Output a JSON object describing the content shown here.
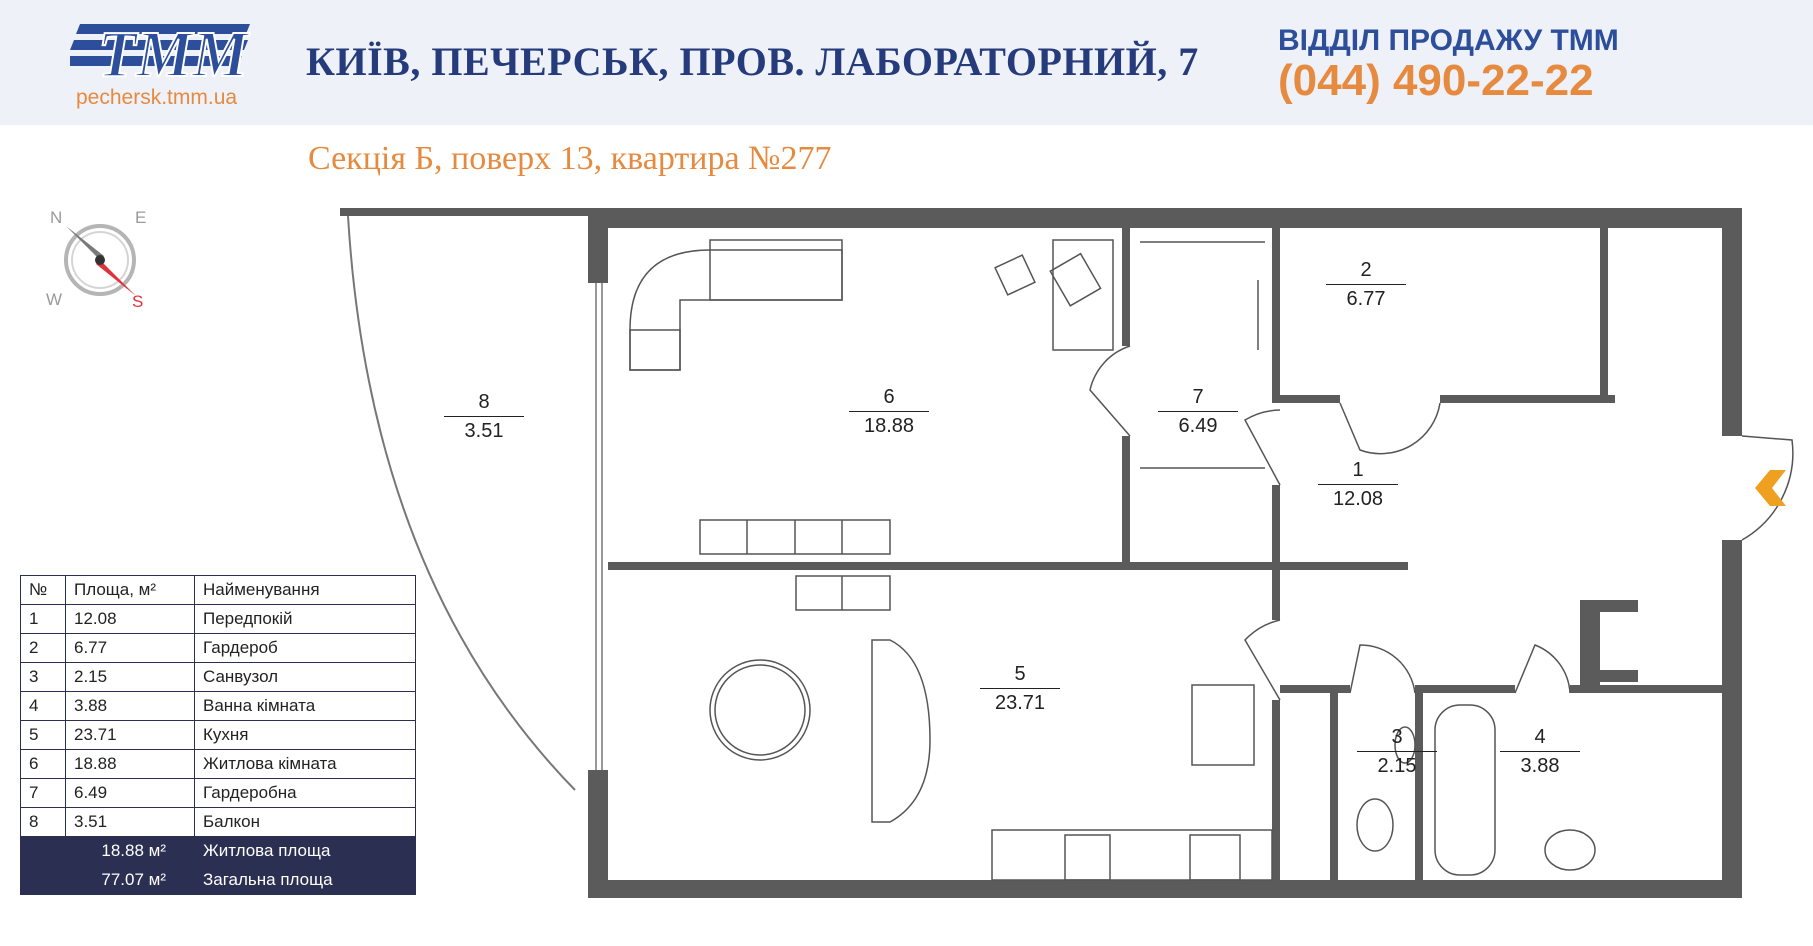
{
  "header": {
    "logo_text": "TMM",
    "site": "pechersk.tmm.ua",
    "address": "КИЇВ, ПЕЧЕРСЬК, ПРОВ. ЛАБОРАТОРНИЙ, 7",
    "sales_label": "ВІДДІЛ ПРОДАЖУ ТММ",
    "sales_phone": "(044) 490-22-22"
  },
  "subtitle": "Секція Б, поверх 13, квартира №277",
  "compass": {
    "n": "N",
    "e": "E",
    "w": "W",
    "s": "S"
  },
  "rooms": [
    {
      "num": "1",
      "area": "12.08"
    },
    {
      "num": "2",
      "area": "6.77"
    },
    {
      "num": "3",
      "area": "2.15"
    },
    {
      "num": "4",
      "area": "3.88"
    },
    {
      "num": "5",
      "area": "23.71"
    },
    {
      "num": "6",
      "area": "18.88"
    },
    {
      "num": "7",
      "area": "6.49"
    },
    {
      "num": "8",
      "area": "3.51"
    }
  ],
  "table": {
    "headers": {
      "num": "№",
      "area": "Площа, м²",
      "name": "Найменування"
    },
    "rows": [
      {
        "num": "1",
        "area": "12.08",
        "name": "Передпокій"
      },
      {
        "num": "2",
        "area": "6.77",
        "name": "Гардероб"
      },
      {
        "num": "3",
        "area": "2.15",
        "name": "Санвузол"
      },
      {
        "num": "4",
        "area": "3.88",
        "name": "Ванна кімната"
      },
      {
        "num": "5",
        "area": "23.71",
        "name": "Кухня"
      },
      {
        "num": "6",
        "area": "18.88",
        "name": "Житлова кімната"
      },
      {
        "num": "7",
        "area": "6.49",
        "name": "Гардеробна"
      },
      {
        "num": "8",
        "area": "3.51",
        "name": "Балкон"
      }
    ],
    "living": {
      "value": "18.88 м²",
      "label": "Житлова площа"
    },
    "total": {
      "value": "77.07 м²",
      "label": "Загальна площа"
    }
  },
  "colors": {
    "navy": "#253b7c",
    "orange": "#e68a3f",
    "wall": "#5b5b5b",
    "table_dark": "#2b2f52"
  }
}
